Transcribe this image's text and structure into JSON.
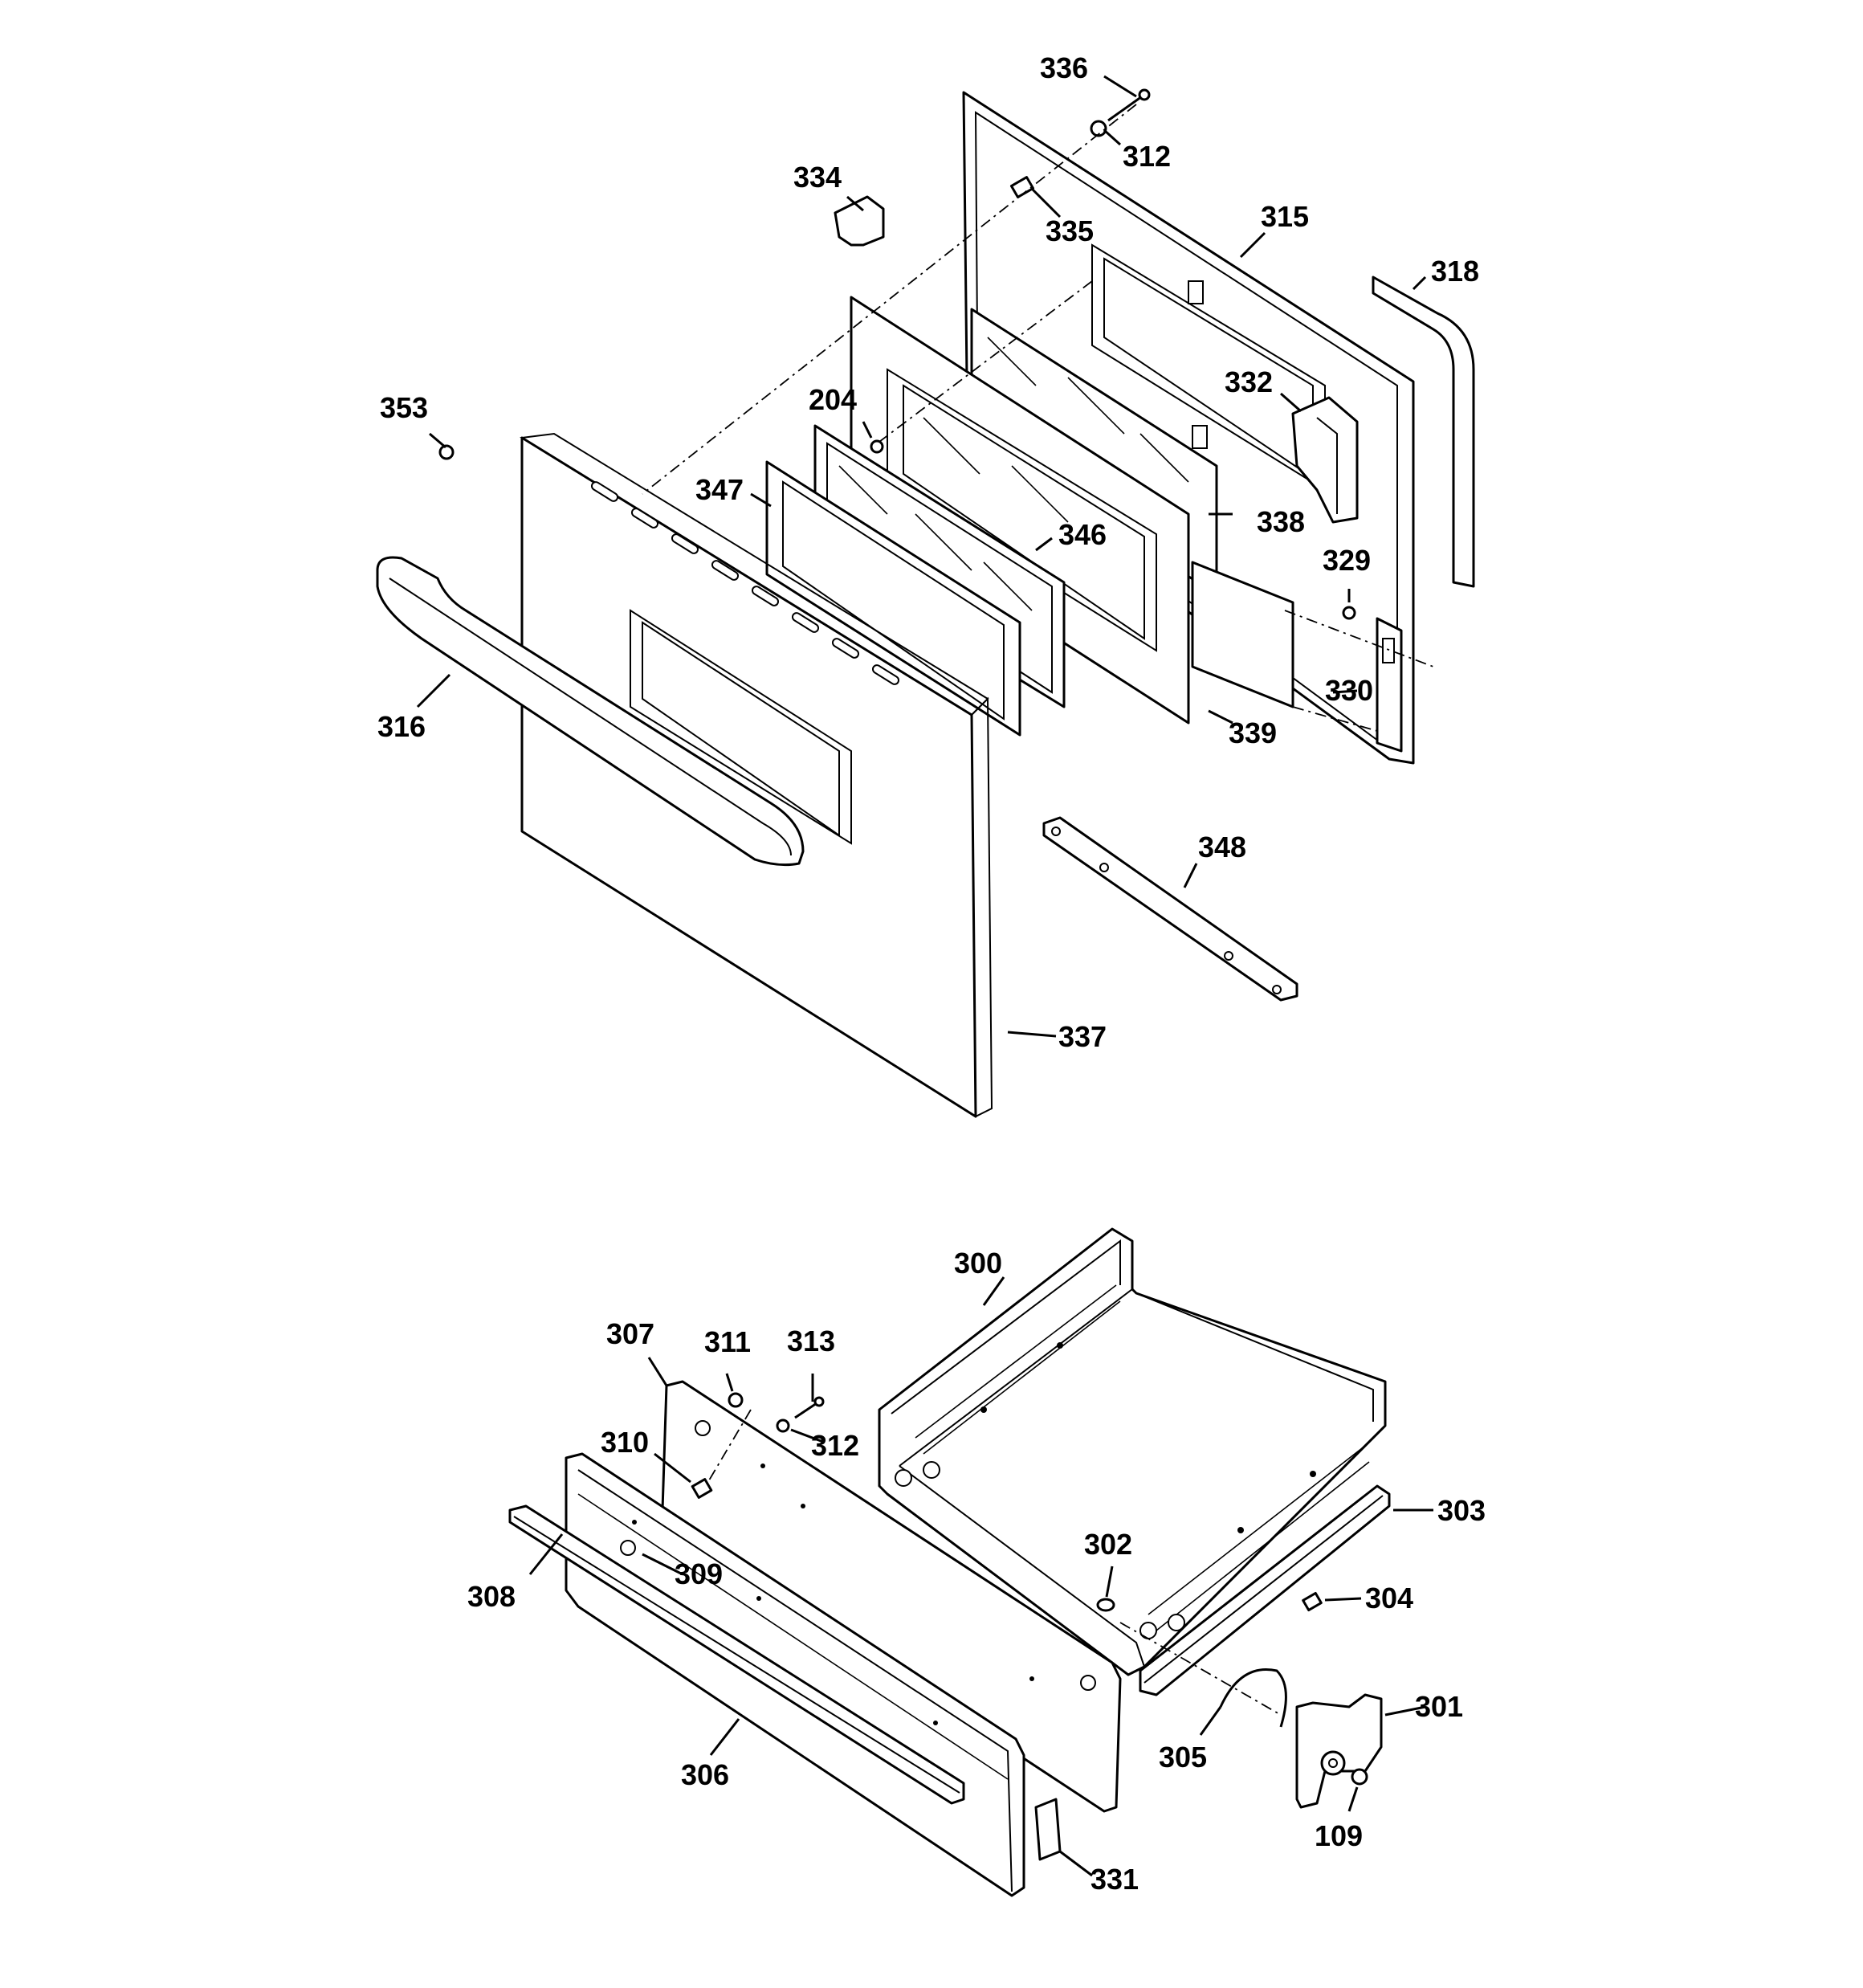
{
  "diagram": {
    "upper_assembly": {
      "labels": [
        "336",
        "312",
        "334",
        "335",
        "315",
        "318",
        "332",
        "353",
        "204",
        "347",
        "346",
        "338",
        "329",
        "316",
        "330",
        "339",
        "348",
        "337"
      ]
    },
    "lower_assembly": {
      "labels": [
        "300",
        "307",
        "311",
        "313",
        "312",
        "310",
        "303",
        "302",
        "309",
        "308",
        "304",
        "301",
        "305",
        "306",
        "109",
        "331"
      ]
    }
  }
}
